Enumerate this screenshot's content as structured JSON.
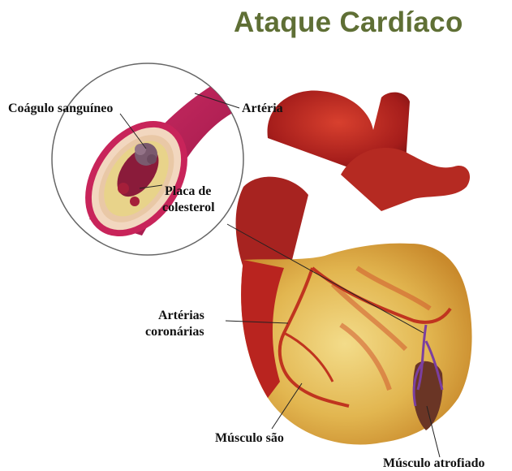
{
  "title": "Ataque Cardíaco",
  "labels": {
    "clot": "Coágulo sanguíneo",
    "artery": "Artéria",
    "plaque_line1": "Placa de",
    "plaque_line2": "colesterol",
    "coronary_line1": "Artérias",
    "coronary_line2": "coronárias",
    "healthy_muscle": "Músculo são",
    "dead_muscle": "Músculo atrofiado"
  },
  "colors": {
    "title": "#5f6f35",
    "heart_red": "#b3201e",
    "heart_yellow": "#e6c25a",
    "artery": "#b0174d",
    "plaque": "#e8d38a",
    "clot": "#7a5a6e",
    "vein_purple": "#7b3fa0"
  }
}
